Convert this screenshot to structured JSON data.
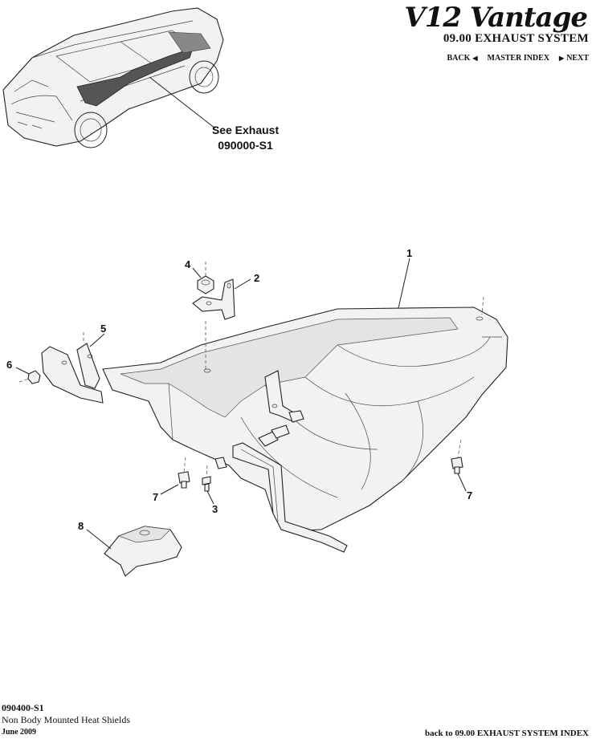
{
  "header": {
    "brand": "V12 Vantage",
    "section_title": "09.00 EXHAUST SYSTEM",
    "nav": {
      "back": "BACK",
      "master_index": "MASTER INDEX",
      "next": "NEXT"
    }
  },
  "callout": {
    "line1": "See Exhaust",
    "line2": "090000-S1"
  },
  "parts": {
    "p1": "1",
    "p2": "2",
    "p3": "3",
    "p4": "4",
    "p5": "5",
    "p6": "6",
    "p7a": "7",
    "p7b": "7",
    "p8": "8"
  },
  "footer": {
    "code": "090400-S1",
    "title": "Non Body Mounted Heat Shields",
    "date": "June 2009",
    "back_link": "back to 09.00 EXHAUST SYSTEM INDEX"
  }
}
